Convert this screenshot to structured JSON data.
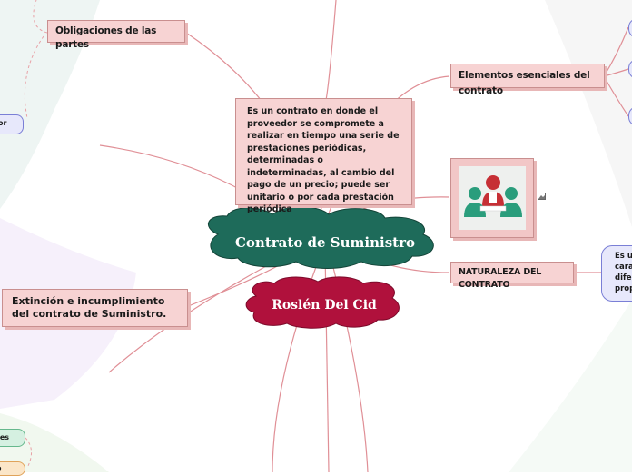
{
  "central_topic": "Contrato  de Suministro",
  "author_topic": "Roslén Del Cid",
  "definition": "Es un contrato en donde el proveedor se compromete a realizar en tiempo una serie de prestaciones periódicas, determinadas o indeterminadas, al cambio del pago de un precio; puede ser unitario o por cada prestación periódica",
  "branches": {
    "obligaciones": "Obligaciones  de las partes",
    "elementos": "Elementos esenciales  del contrato",
    "naturaleza": "NATURALEZA DEL CONTRATO",
    "extincion": "Extinción  e incumplimiento  del contrato de Suministro."
  },
  "naturaleza_detail": {
    "line1": "Es u",
    "line2": "cara",
    "line3": "dife",
    "line4": "prop"
  },
  "left_fragment": "or",
  "bottom_left_tags": [
    "tes",
    "o"
  ],
  "colors": {
    "node_fill": "#f7d3d3",
    "node_border": "#c98f8f",
    "cloud_green": "#1e6b5a",
    "cloud_red": "#b0113c",
    "connector": "#e08f96",
    "blue_node": "#e7e8fb"
  },
  "icons": {
    "image_node": "people-meeting-icon",
    "attachment": "image-attachment-icon"
  }
}
